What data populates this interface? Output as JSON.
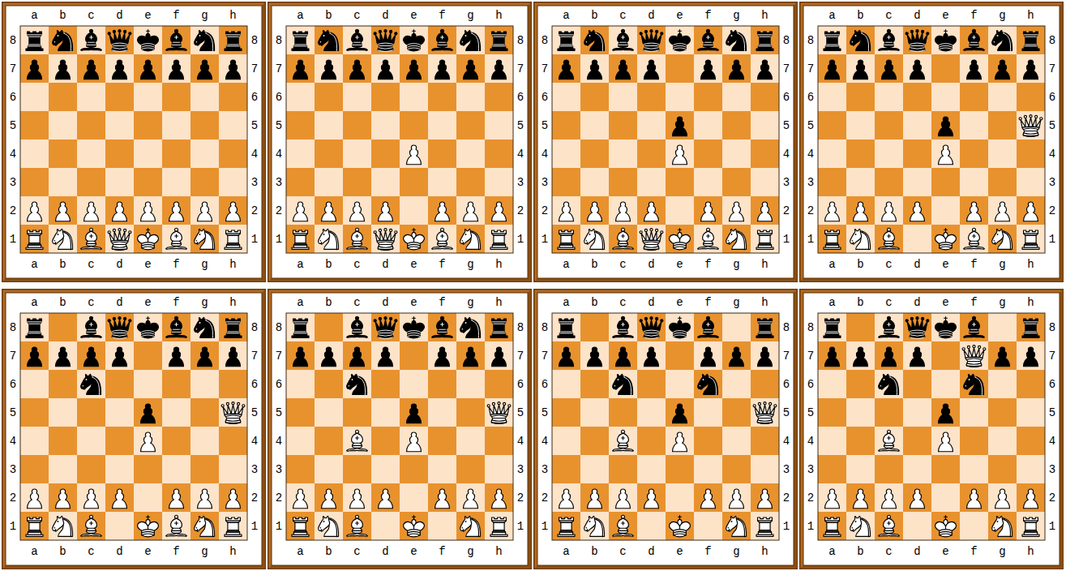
{
  "diagram": {
    "labels": [
      "a",
      "b",
      "c",
      "d",
      "e",
      "f",
      "g",
      "h",
      "8",
      "8",
      "7",
      "7",
      "6",
      "6",
      "5",
      "5",
      "4",
      "4",
      "3",
      "3",
      "2",
      "2",
      "1",
      "1",
      "a",
      "b",
      "c",
      "d",
      "e",
      "f",
      "g",
      "h",
      "a",
      "b",
      "c",
      "d",
      "e",
      "f",
      "g",
      "h",
      "8",
      "8",
      "7",
      "7",
      "6",
      "6",
      "5",
      "5",
      "4",
      "4",
      "3",
      "3",
      "2",
      "2",
      "1",
      "1",
      "a",
      "b",
      "c",
      "d",
      "e",
      "f",
      "g",
      "h",
      "a",
      "b",
      "c",
      "d",
      "e",
      "f",
      "g",
      "h",
      "8",
      "8",
      "7",
      "7",
      "6",
      "6",
      "5",
      "5",
      "4",
      "4",
      "3",
      "3",
      "2",
      "2",
      "1",
      "1",
      "a",
      "b",
      "c",
      "d",
      "e",
      "f",
      "g",
      "h",
      "a",
      "b",
      "c",
      "d",
      "e",
      "f",
      "g",
      "h",
      "8",
      "8",
      "7",
      "7",
      "6",
      "6",
      "5",
      "5",
      "4",
      "4",
      "3",
      "3",
      "2",
      "2",
      "1",
      "1",
      "a",
      "b",
      "c",
      "d",
      "e",
      "f",
      "g",
      "h",
      "a",
      "b",
      "c",
      "d",
      "e",
      "f",
      "g",
      "h",
      "8",
      "8",
      "7",
      "7",
      "6",
      "6",
      "5",
      "5",
      "4",
      "4",
      "3",
      "3",
      "2",
      "2",
      "1",
      "1",
      "a",
      "b",
      "c",
      "d",
      "e",
      "f",
      "g",
      "h",
      "a",
      "b",
      "c",
      "d",
      "e",
      "f",
      "g",
      "h",
      "8",
      "8",
      "7",
      "7",
      "6",
      "6",
      "5",
      "5",
      "4",
      "4",
      "3",
      "3",
      "2",
      "2",
      "1",
      "1",
      "a",
      "b",
      "c",
      "d",
      "e",
      "f",
      "g",
      "h",
      "a",
      "b",
      "c",
      "d",
      "e",
      "f",
      "g",
      "h",
      "8",
      "8",
      "7",
      "7",
      "6",
      "6",
      "5",
      "5",
      "4",
      "4",
      "3",
      "3",
      "2",
      "2",
      "1",
      "1",
      "a",
      "b",
      "c",
      "d",
      "e",
      "f",
      "g",
      "h",
      "a",
      "b",
      "c",
      "d",
      "e",
      "f",
      "g",
      "h",
      "8",
      "8",
      "7",
      "7",
      "6",
      "6",
      "5",
      "5",
      "4",
      "4",
      "3",
      "3",
      "2",
      "2",
      "1",
      "1",
      "a",
      "b",
      "c",
      "d",
      "e",
      "f",
      "g",
      "h"
    ]
  }
}
